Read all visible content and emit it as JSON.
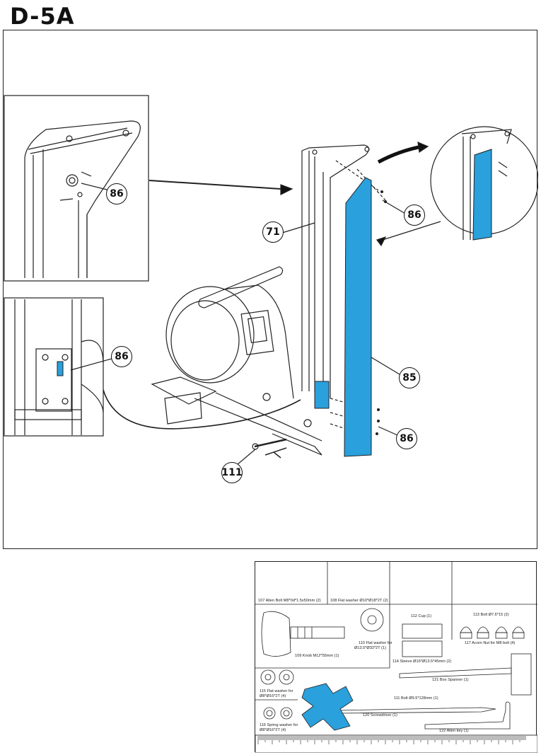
{
  "step": {
    "title": "D-5A"
  },
  "callouts": {
    "c86_top_detail": "86",
    "c86_mid_detail": "86",
    "c86_right_top": "86",
    "c86_right_bottom": "86",
    "c71": "71",
    "c85": "85",
    "c111": "111"
  },
  "parts": {
    "p107": "107 Allen Bolt  M8*0d*1.5x50mm  (2)",
    "p108": "108 Flat washer Ø10*Ø18*2T  (2)",
    "p112": "112 Cup  (1)",
    "p113": "113 Bolt  Ø7.6*15  (2)",
    "p109": "109 Knob M12*55mm (1)",
    "p110a": "110 Flat washer for",
    "p110b": "Ø13.5*Ø32*2T  (1)",
    "p114": "114 Sleeve Ø16*Ø13.5*45mm  (2)",
    "p117": "117 Acorn Nut for M8 bolt  (4)",
    "p121": "121 Box Spanner  (1)",
    "p115a": "115 Flat washer for",
    "p115b": "Ø8*Ø16*2T  (4)",
    "p111": "111 Bolt Ø9.5*128mm  (1)",
    "p120": "120 Screwdriver  (1)",
    "p116a": "116 Spring washer for",
    "p116b": "Ø8*Ø16*2T  (4)",
    "p122": "122 Allen key  (1)"
  },
  "colors": {
    "highlight": "#2aa0dc",
    "line": "#222222"
  }
}
